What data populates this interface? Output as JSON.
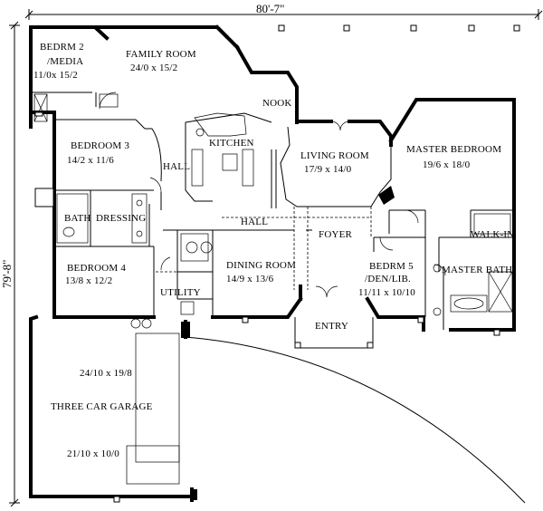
{
  "overall": {
    "width": "80'-7\"",
    "depth": "79'-8\""
  },
  "rooms": {
    "bedroom2": {
      "name1": "BEDRM 2",
      "name2": "/MEDIA",
      "size": "11/0x 15/2"
    },
    "family": {
      "name": "FAMILY ROOM",
      "size": "24/0 x 15/2"
    },
    "nook": {
      "name": "NOOK"
    },
    "kitchen": {
      "name": "KITCHEN"
    },
    "bedroom3": {
      "name": "BEDROOM 3",
      "size": "14/2 x 11/6"
    },
    "hall1": {
      "name": "HALL"
    },
    "living": {
      "name": "LIVING ROOM",
      "size": "17/9 x 14/0"
    },
    "master": {
      "name": "MASTER BEDROOM",
      "size": "19/6 x 18/0"
    },
    "bath": {
      "name": "BATH"
    },
    "dressing": {
      "name": "DRESSING"
    },
    "hall2": {
      "name": "HALL"
    },
    "foyer": {
      "name": "FOYER"
    },
    "walkin": {
      "name": "WALK-IN"
    },
    "bedroom4": {
      "name": "BEDROOM 4",
      "size": "13/8 x 12/2"
    },
    "dining": {
      "name": "DINING ROOM",
      "size": "14/9 x 13/6"
    },
    "bedroom5": {
      "name1": "BEDRM 5",
      "name2": "/DEN/LIB.",
      "size": "11/11 x 10/10"
    },
    "masterbath": {
      "name": "MASTER BATH"
    },
    "utility": {
      "name": "UTILITY"
    },
    "entry": {
      "name": "ENTRY"
    },
    "garage": {
      "name": "THREE CAR GARAGE",
      "size1": "24/10 x 19/8",
      "size2": "21/10 x 10/0"
    }
  }
}
